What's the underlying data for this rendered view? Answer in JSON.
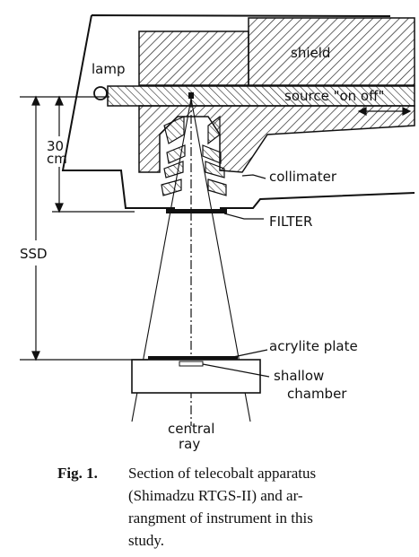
{
  "figure": {
    "labels": {
      "lamp": "lamp",
      "shield": "shield",
      "source": "source \"on off\"",
      "distance": "30",
      "distance_unit": "cm",
      "collimator": "collimater",
      "filter": "FILTER",
      "ssd": "SSD",
      "plate": "acrylite plate",
      "chamber_1": "shallow",
      "chamber_2": "chamber",
      "ray_1": "central",
      "ray_2": "ray"
    },
    "caption": {
      "number": "Fig. 1.",
      "lines": [
        "Section of telecobalt apparatus",
        "(Shimadzu RTGS-II) and ar-",
        "rangment of instrument in this",
        "study."
      ]
    }
  }
}
